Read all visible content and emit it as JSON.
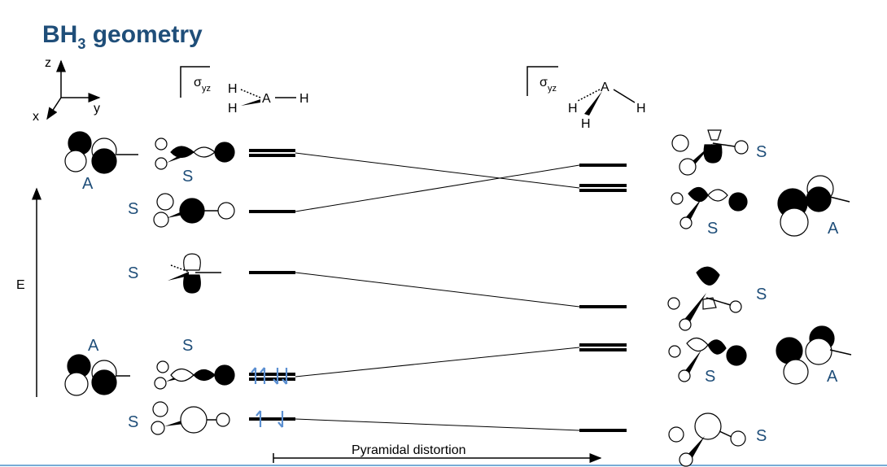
{
  "title": {
    "main": "BH",
    "sub": "3",
    "rest": " geometry"
  },
  "axes": {
    "z": "z",
    "x": "x",
    "y": "y"
  },
  "energy_axis_label": "E",
  "mirror_plane_label": {
    "sigma": "σ",
    "sub": "yz"
  },
  "planar_molecule": {
    "central": "A",
    "h": "H"
  },
  "pyramidal_molecule": {
    "central": "A",
    "h": "H"
  },
  "distortion_label": "Pyramidal distortion",
  "left_labels": {
    "top_A": "A",
    "top_S": "S",
    "s2": "S",
    "s3": "S",
    "pair_A": "A",
    "pair_S": "S",
    "s_bottom": "S"
  },
  "right_labels": {
    "r1": "S",
    "r2_S": "S",
    "r2_A": "A",
    "r3": "S",
    "r4_S": "S",
    "r4_A": "A",
    "r5": "S"
  },
  "colors": {
    "title": "#1f4e79",
    "symmetry_labels": "#1f4e79",
    "spin_arrows": "#5b8fd1"
  }
}
